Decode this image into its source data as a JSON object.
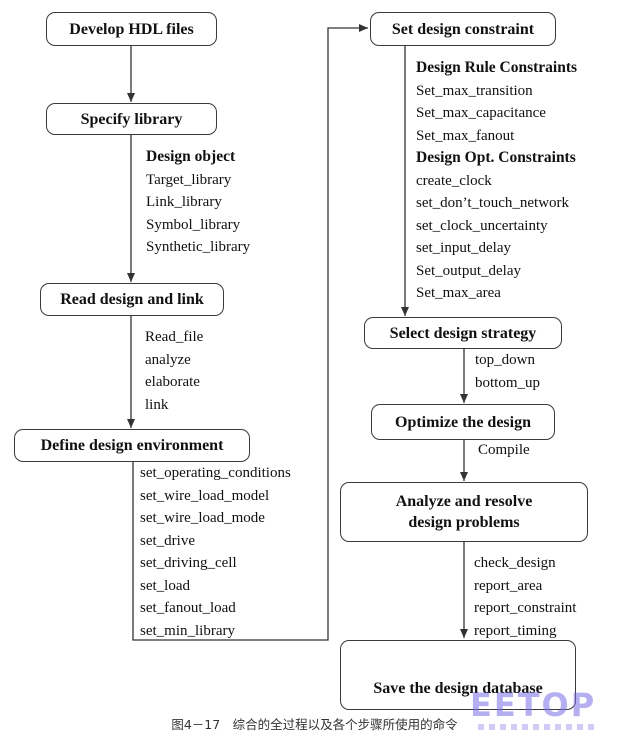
{
  "boxes": {
    "develop": "Develop HDL files",
    "specify": "Specify library",
    "read": "Read design and link",
    "define": "Define design environment",
    "constraint": "Set design constraint",
    "strategy": "Select design strategy",
    "optimize": "Optimize the design",
    "analyze": "Analyze and resolve design problems",
    "save": "Save the design database"
  },
  "lists": {
    "library": {
      "heading": "Design object",
      "items": [
        "Target_library",
        "Link_library",
        "Symbol_library",
        "Synthetic_library"
      ]
    },
    "read": {
      "items": [
        "Read_file",
        "analyze",
        "elaborate",
        "link"
      ]
    },
    "environment": {
      "items": [
        "set_operating_conditions",
        "set_wire_load_model",
        "set_wire_load_mode",
        "set_drive",
        "set_driving_cell",
        "set_load",
        "set_fanout_load",
        "set_min_library"
      ]
    },
    "constraints": {
      "heading_rule": "Design Rule Constraints",
      "rule_items": [
        "Set_max_transition",
        "Set_max_capacitance",
        "Set_max_fanout"
      ],
      "heading_opt": "Design Opt. Constraints",
      "opt_items": [
        "create_clock",
        "set_don’t_touch_network",
        "set_clock_uncertainty",
        "set_input_delay",
        "Set_output_delay",
        "Set_max_area"
      ]
    },
    "strategy": {
      "items": [
        "top_down",
        "bottom_up"
      ]
    },
    "optimize": {
      "items": [
        "Compile"
      ]
    },
    "analyze": {
      "items": [
        "check_design",
        "report_area",
        "report_constraint",
        "report_timing"
      ]
    }
  },
  "caption": "图4－17　综合的全过程以及各个步骤所使用的命令",
  "watermark": "EETOP"
}
